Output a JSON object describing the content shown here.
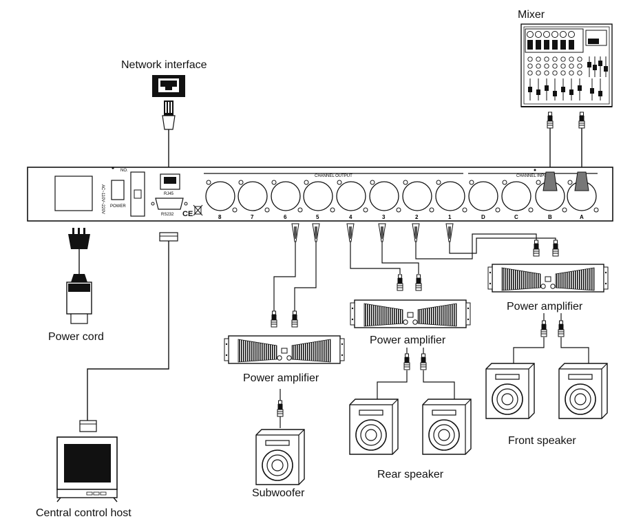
{
  "labels": {
    "mixer": "Mixer",
    "network": "Network interface",
    "power_cord": "Power cord",
    "central_host": "Central control host",
    "subwoofer": "Subwoofer",
    "rear_speaker": "Rear speaker",
    "front_speaker": "Front speaker",
    "amp_left": "Power amplifier",
    "amp_middle": "Power amplifier",
    "amp_right": "Power amplifier"
  },
  "panel": {
    "no_label": "NO.",
    "power_label": "POWER",
    "voltage_label": "AC~110V~220V",
    "rj45_label": "RJ45",
    "rs232_label": "RS232",
    "ce_label": "CE",
    "channel_output_label": "CHANNEL OUTPUT",
    "channel_input_label": "CHANNEL INPUT",
    "output_jacks": [
      "8",
      "7",
      "6",
      "5",
      "4",
      "3",
      "2",
      "1"
    ],
    "input_jacks": [
      "D",
      "C",
      "B",
      "A"
    ]
  }
}
